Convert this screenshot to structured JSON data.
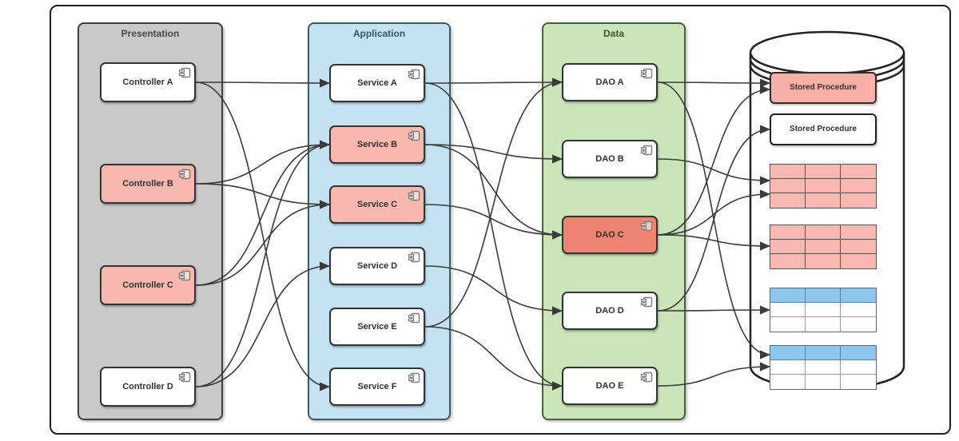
{
  "diagram": {
    "layers": {
      "presentation": {
        "title": "Presentation"
      },
      "application": {
        "title": "Application"
      },
      "data": {
        "title": "Data"
      }
    },
    "nodes": {
      "ctrlA": {
        "label": "Controller A",
        "highlighted": false
      },
      "ctrlB": {
        "label": "Controller B",
        "highlighted": true
      },
      "ctrlC": {
        "label": "Controller C",
        "highlighted": true
      },
      "ctrlD": {
        "label": "Controller D",
        "highlighted": false
      },
      "svcA": {
        "label": "Service A",
        "highlighted": false
      },
      "svcB": {
        "label": "Service B",
        "highlighted": true
      },
      "svcC": {
        "label": "Service C",
        "highlighted": true
      },
      "svcD": {
        "label": "Service D",
        "highlighted": false
      },
      "svcE": {
        "label": "Service E",
        "highlighted": false
      },
      "svcF": {
        "label": "Service F",
        "highlighted": false
      },
      "daoA": {
        "label": "DAO A",
        "highlighted": false
      },
      "daoB": {
        "label": "DAO B",
        "highlighted": false
      },
      "daoC": {
        "label": "DAO C",
        "highlighted": true
      },
      "daoD": {
        "label": "DAO D",
        "highlighted": false
      },
      "daoE": {
        "label": "DAO E",
        "highlighted": false
      }
    },
    "database": {
      "spRed": {
        "label": "Stored Procedure",
        "highlighted": true
      },
      "spWhite": {
        "label": "Stored Procedure",
        "highlighted": false
      },
      "tables": [
        {
          "id": "tableRed1",
          "style": "red"
        },
        {
          "id": "tableRed2",
          "style": "red"
        },
        {
          "id": "tableBlue1",
          "style": "blue"
        },
        {
          "id": "tableBlue2",
          "style": "blue"
        }
      ]
    },
    "edges": [
      {
        "from": "ctrlA",
        "to": "svcA"
      },
      {
        "from": "ctrlA",
        "to": "svcF"
      },
      {
        "from": "ctrlB",
        "to": "svcB"
      },
      {
        "from": "ctrlB",
        "to": "svcC"
      },
      {
        "from": "ctrlC",
        "to": "svcB"
      },
      {
        "from": "ctrlC",
        "to": "svcC"
      },
      {
        "from": "ctrlD",
        "to": "svcB"
      },
      {
        "from": "ctrlD",
        "to": "svcD"
      },
      {
        "from": "svcA",
        "to": "daoA"
      },
      {
        "from": "svcA",
        "to": "daoE"
      },
      {
        "from": "svcB",
        "to": "daoB"
      },
      {
        "from": "svcB",
        "to": "daoC"
      },
      {
        "from": "svcC",
        "to": "daoC"
      },
      {
        "from": "svcD",
        "to": "daoD"
      },
      {
        "from": "svcE",
        "to": "daoA"
      },
      {
        "from": "svcE",
        "to": "daoE"
      },
      {
        "from": "daoA",
        "to": "spRed"
      },
      {
        "from": "daoA",
        "to": "tableBlue2"
      },
      {
        "from": "daoB",
        "to": "tableRed1"
      },
      {
        "from": "daoC",
        "to": "spRed"
      },
      {
        "from": "daoC",
        "to": "tableRed1"
      },
      {
        "from": "daoC",
        "to": "tableRed2"
      },
      {
        "from": "daoD",
        "to": "spWhite"
      },
      {
        "from": "daoD",
        "to": "tableBlue1"
      },
      {
        "from": "daoE",
        "to": "tableBlue2"
      }
    ],
    "colors": {
      "highlight_salmon": "#f7b8b0",
      "highlight_red": "#f08473",
      "layer_presentation": "#c9c9c9",
      "layer_application": "#c5e2f2",
      "layer_data": "#cae5b8",
      "table_blue_header": "#8ec6f0",
      "edge": "#3a3a3a"
    }
  }
}
